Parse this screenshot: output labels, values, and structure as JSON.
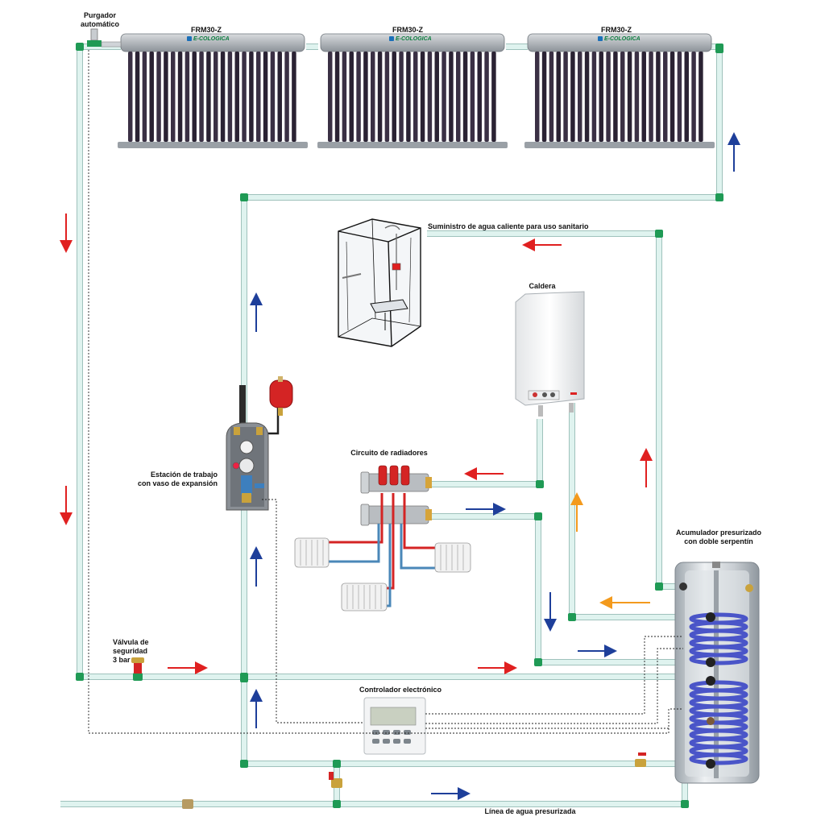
{
  "collectors": [
    {
      "model": "FRM30-Z",
      "brand": "E-COLOGICA"
    },
    {
      "model": "FRM30-Z",
      "brand": "E-COLOGICA"
    },
    {
      "model": "FRM30-Z",
      "brand": "E-COLOGICA"
    }
  ],
  "labels": {
    "purgador": [
      "Purgador",
      "automático"
    ],
    "shower": "Suministro de agua caliente para uso sanitario",
    "caldera": "Caldera",
    "radiadores": "Circuito de radiadores",
    "estacion": [
      "Estación de trabajo",
      "con vaso de expansión"
    ],
    "acumulador": [
      "Acumulador presurizado",
      "con doble serpentín"
    ],
    "valvula": [
      "Válvula de",
      "seguridad",
      "3 bar"
    ],
    "controlador": "Controlador electrónico",
    "linea": "Línea de agua presurizada"
  },
  "colors": {
    "pipe": "#dff3ef",
    "pipe_stroke": "#9fc2bc",
    "elbow": "#1f9a55",
    "hot": "#e02020",
    "cold": "#1e3f9a",
    "warm": "#f39a1d",
    "coil": "#4a55c8"
  }
}
